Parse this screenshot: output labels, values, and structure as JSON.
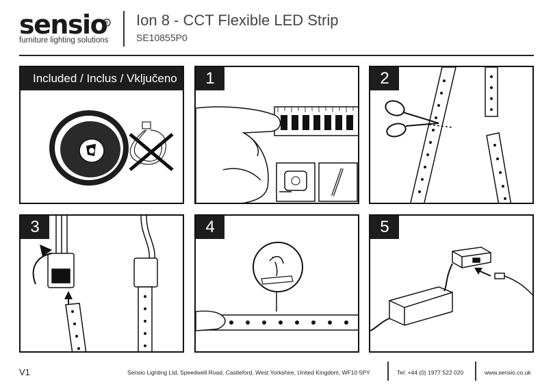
{
  "header": {
    "logo_text": "sensio",
    "tagline": "furniture lighting solutions",
    "title": "Ion 8 - CCT Flexible LED Strip",
    "code": "SE10855P0"
  },
  "panels": {
    "included_label": "Included / Inclus / Vključeno",
    "step1": "1",
    "step2": "2",
    "step3": "3",
    "step4": "4",
    "step5": "5"
  },
  "footer": {
    "version": "V1",
    "address": "Sensio Lighting Ltd, Speedwell Road, Castleford, West Yorkshire, United Kingdom, WF10 5PY",
    "tel": "Tel: +44 (0) 1977 522 020",
    "web": "www.sensio.co.uk"
  },
  "colors": {
    "panel_header": "#1d1d1d",
    "line": "#111111"
  }
}
